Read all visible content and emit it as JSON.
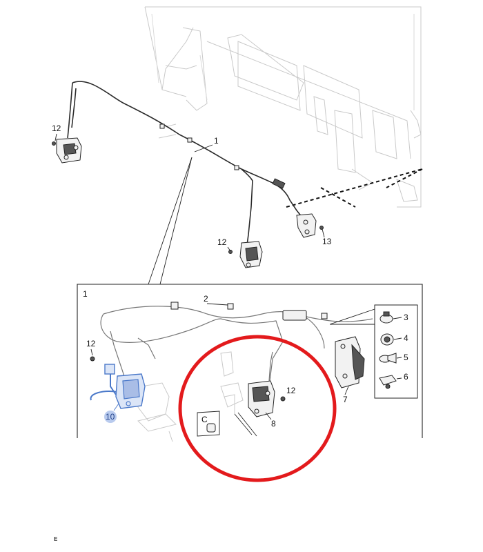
{
  "callouts": {
    "c1_top": "1",
    "c12_left": "12",
    "c12_mid": "12",
    "c13": "13",
    "c1_inset": "1",
    "c2": "2",
    "c3": "3",
    "c4": "4",
    "c5": "5",
    "c6": "6",
    "c7": "7",
    "c8": "8",
    "c10": "10",
    "c12_inset_left": "12",
    "c12_inset_right": "12",
    "detail_c": "C"
  },
  "footer_mark": "ᴇ",
  "colors": {
    "highlight_circle": "#e31a1c",
    "highlight_part": "#4a78c9",
    "line": "#222222",
    "ghost_structure": "#c9c9c9"
  }
}
